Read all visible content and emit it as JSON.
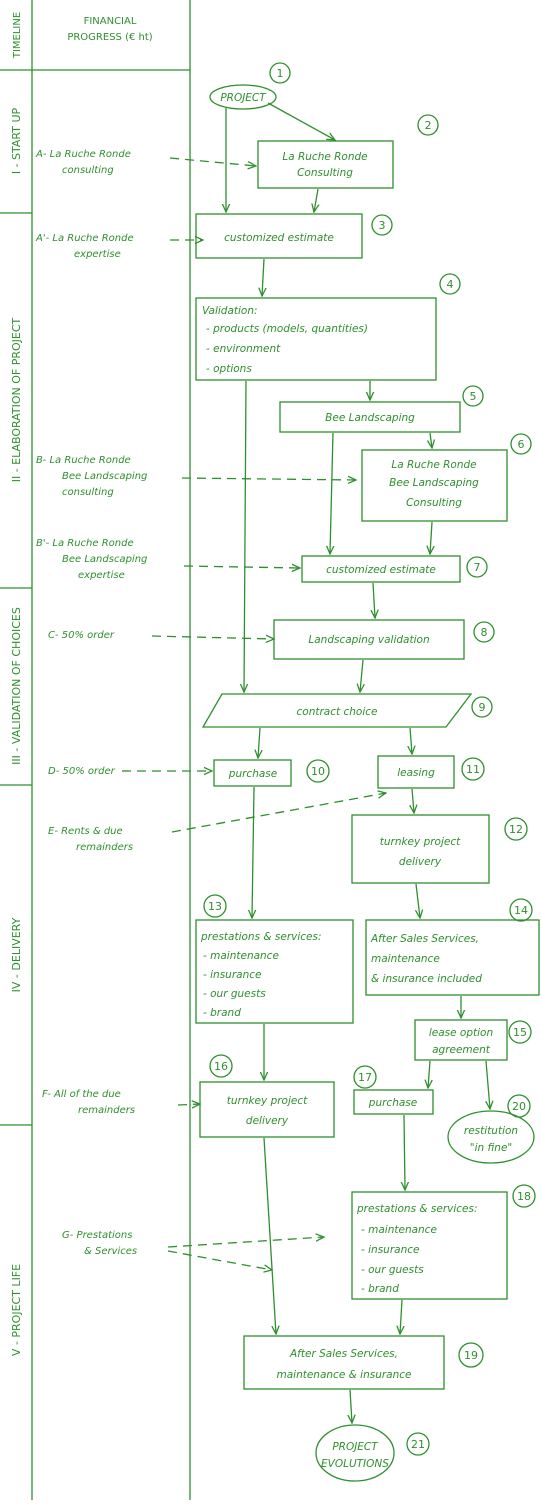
{
  "colors": {
    "ink": "#2f8f2f",
    "background": "#ffffff"
  },
  "header": {
    "timeline": "TIMELINE",
    "financial": [
      "FINANCIAL",
      "PROGRESS (€ ht)"
    ]
  },
  "phases": [
    "I - START UP",
    "II - ELABORATION OF PROJECT",
    "III - VALIDATION OF CHOICES",
    "IV - DELIVERY",
    "V - PROJECT LIFE"
  ],
  "financial_notes": [
    [
      "A- La Ruche Ronde",
      "consulting"
    ],
    [
      "A'- La Ruche Ronde",
      "expertise"
    ],
    [
      "B- La Ruche Ronde",
      "Bee Landscaping",
      "consulting"
    ],
    [
      "B'- La Ruche Ronde",
      "Bee Landscaping",
      "expertise"
    ],
    [
      "C- 50% order"
    ],
    [
      "D- 50% order"
    ],
    [
      "E- Rents & due",
      "remainders"
    ],
    [
      "F- All of the due",
      "remainders"
    ],
    [
      "G- Prestations",
      "& Services"
    ]
  ],
  "nodes": [
    {
      "num": "1",
      "lines": [
        "PROJECT"
      ]
    },
    {
      "num": "2",
      "lines": [
        "La Ruche Ronde",
        "Consulting"
      ]
    },
    {
      "num": "3",
      "lines": [
        "customized estimate"
      ]
    },
    {
      "num": "4",
      "lines": [
        "Validation:",
        "- products (models, quantities)",
        "- environment",
        "- options"
      ]
    },
    {
      "num": "5",
      "lines": [
        "Bee Landscaping"
      ]
    },
    {
      "num": "6",
      "lines": [
        "La Ruche Ronde",
        "Bee Landscaping",
        "Consulting"
      ]
    },
    {
      "num": "7",
      "lines": [
        "customized estimate"
      ]
    },
    {
      "num": "8",
      "lines": [
        "Landscaping validation"
      ]
    },
    {
      "num": "9",
      "lines": [
        "contract choice"
      ]
    },
    {
      "num": "10",
      "lines": [
        "purchase"
      ]
    },
    {
      "num": "11",
      "lines": [
        "leasing"
      ]
    },
    {
      "num": "12",
      "lines": [
        "turnkey project",
        "delivery"
      ]
    },
    {
      "num": "13",
      "lines": [
        "prestations & services:",
        "- maintenance",
        "- insurance",
        "- our guests",
        "- brand"
      ]
    },
    {
      "num": "14",
      "lines": [
        "After Sales Services,",
        "maintenance",
        "& insurance included"
      ]
    },
    {
      "num": "15",
      "lines": [
        "lease option",
        "agreement"
      ]
    },
    {
      "num": "16",
      "lines": [
        "turnkey project",
        "delivery"
      ]
    },
    {
      "num": "17",
      "lines": [
        "purchase"
      ]
    },
    {
      "num": "20",
      "lines": [
        "restitution",
        "\"in fine\""
      ]
    },
    {
      "num": "18",
      "lines": [
        "prestations & services:",
        "- maintenance",
        "- insurance",
        "- our guests",
        "- brand"
      ]
    },
    {
      "num": "19",
      "lines": [
        "After Sales Services,",
        "maintenance & insurance"
      ]
    },
    {
      "num": "21",
      "lines": [
        "PROJECT",
        "EVOLUTIONS"
      ]
    }
  ]
}
